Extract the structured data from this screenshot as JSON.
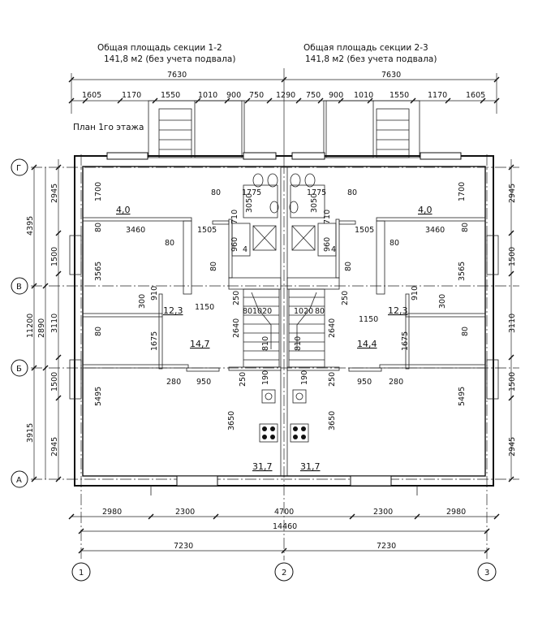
{
  "headers": {
    "left": {
      "line1": "Общая площадь секции 1-2",
      "line2": "141,8 м2 (без учета подвала)"
    },
    "right": {
      "line1": "Общая площадь секции 2-3",
      "line2": "141,8 м2 (без учета подвала)"
    }
  },
  "plan_title": "План 1го этажа",
  "axes": {
    "rows": [
      "Г",
      "В",
      "Б",
      "А"
    ],
    "cols": [
      "1",
      "2",
      "3"
    ]
  },
  "dims": {
    "top_half_left": "7630",
    "top_half_right": "7630",
    "top_chain": [
      "1605",
      "1170",
      "1550",
      "1010",
      "900",
      "750",
      "1290",
      "750",
      "900",
      "1010",
      "1550",
      "1170",
      "1605"
    ],
    "bottom_chain": [
      "2980",
      "2300",
      "4700",
      "2300",
      "2980"
    ],
    "bottom_total": "14460",
    "bottom_halves": [
      "7230",
      "7230"
    ],
    "left_outer": [
      "4395",
      "11200",
      "3915"
    ],
    "left_mid": [
      "2890"
    ],
    "left_inner": [
      "2945",
      "1500",
      "3110",
      "1500",
      "2945"
    ],
    "right_inner": [
      "2945",
      "1500",
      "3110",
      "1500",
      "2945"
    ],
    "interior": {
      "d80a": "80",
      "d1775": "1775",
      "d3050": "3050",
      "d1700": "1700",
      "d3460": "3460",
      "d1505": "1505",
      "d710": "710",
      "d960": "960",
      "d3565": "3565",
      "d910": "910",
      "d300": "300",
      "d1150": "1150",
      "d250": "250",
      "d1020": "1020",
      "d2640": "2640",
      "d810": "810",
      "d1675": "1675",
      "d280": "280",
      "d950": "950",
      "d190": "190",
      "d5495": "5495",
      "d3650": "3650",
      "d4": "4"
    }
  },
  "areas": {
    "a_4_0": "4,0",
    "a_12_3": "12,3",
    "a_14_7": "14,7",
    "a_14_4": "14,4",
    "a_31_7": "31,7"
  }
}
